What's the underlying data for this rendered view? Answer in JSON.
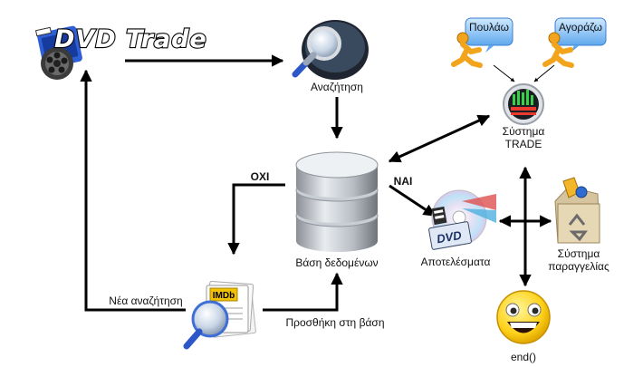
{
  "title": "DVD Trade",
  "labels": {
    "search": "Αναζήτηση",
    "database": "Βάση δεδομένων",
    "trade_system_line1": "Σύστημα",
    "trade_system_line2": "TRADE",
    "results": "Αποτελέσματα",
    "order_system_line1": "Σύστημα",
    "order_system_line2": "παραγγελίας",
    "end": "end()",
    "new_search": "Νέα αναζήτηση",
    "add_to_db": "Προσθήκη στη βάση",
    "no": "ΟΧΙ",
    "yes": "ΝΑΙ",
    "sell_bubble": "Πουλάω",
    "buy_bubble": "Αγοράζω",
    "imdb": "IMDb",
    "dvd_logo": "DVD"
  },
  "colors": {
    "arrow": "#000000",
    "bubble": "#6fb6f5",
    "person": "#f2a51c",
    "smiley": "#ffd21a"
  }
}
